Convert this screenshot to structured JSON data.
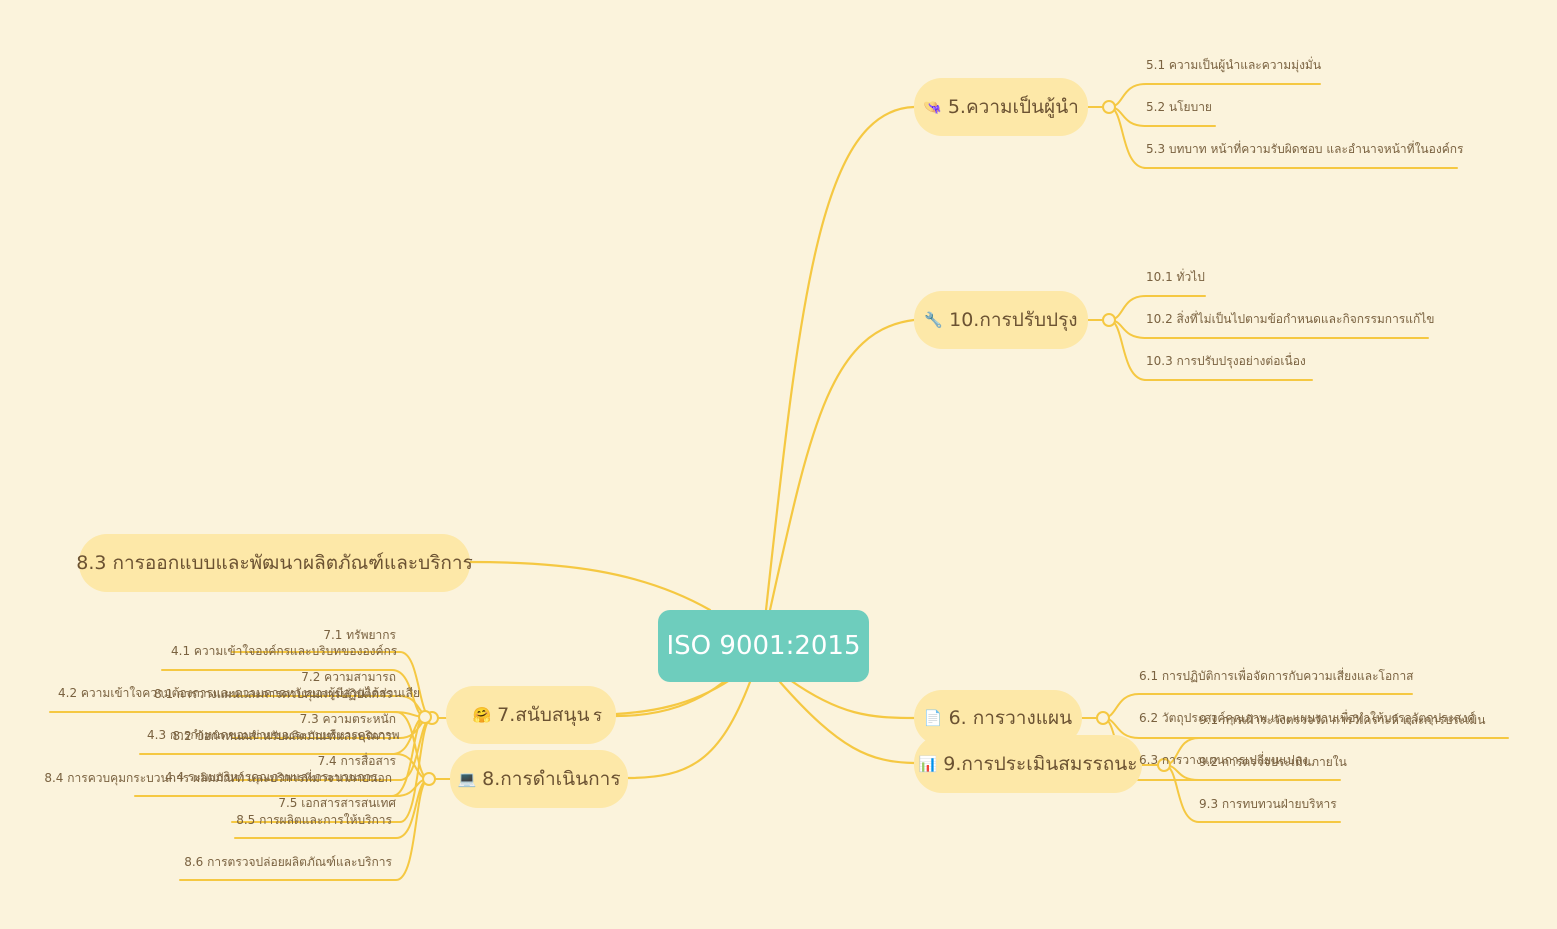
{
  "central": {
    "label": "ISO 9001:2015"
  },
  "branches": {
    "leadership": {
      "label": "5.ความเป็นผู้นำ",
      "icon": "hat-icon",
      "items": [
        "5.1 ความเป็นผู้นำและความมุ่งมั่น",
        "5.2 นโยบาย",
        "5.3 บทบาท หน้าที่ความรับผิดชอบ และอำนาจหน้าที่ในองค์กร"
      ]
    },
    "improvement": {
      "label": "10.การปรับปรุง",
      "icon": "wrench-icon",
      "items": [
        "10.1 ทั่วไป",
        "10.2 สิ่งที่ไม่เป็นไปตามข้อกำหนดและกิจกรรมการแก้ไข",
        "10.3 การปรับปรุงอย่างต่อเนื่อง"
      ]
    },
    "planning": {
      "label": "6. การวางแผน",
      "icon": "document-icon",
      "items": [
        "6.1 การปฏิบัติการเพื่อจัดการกับความเสี่ยงและโอกาส",
        "6.2 วัตถุประสงค์คุณภาพ และแผนงานเพื่อทำให้บรรลุวัตถุประสงค์",
        "6.3 การวางแผนการเปลี่ยนแปลง"
      ]
    },
    "evaluation": {
      "label": "9.การประเมินสมรรถนะ",
      "icon": "bar-chart-icon",
      "items": [
        "9.1 การเฝ้าระวังตรวจวัด การวิเคราะห์ และการประเมิน",
        "9.2 การตรวจประเมินภายใน",
        "9.3 การทบทวนฝ่ายบริหาร"
      ]
    },
    "design": {
      "label": "8.3 การออกแบบและพัฒนาผลิตภัณฑ์และบริการ"
    },
    "support": {
      "label": "7.สนับสนุน",
      "icon": "face-icon",
      "overlap_fragment": "ร",
      "items": [
        "7.1 ทรัพยากร",
        "7.2 ความสามารถ",
        "7.3 ความตระหนัก",
        "7.4 การสื่อสาร",
        "7.5 เอกสารสารสนเทศ"
      ]
    },
    "operation": {
      "label": "8.การดำเนินการ",
      "icon": "laptop-icon",
      "items": [
        "8.1 การวางแผนและการควบคุมการปฏิบัติการ",
        "8.2 ข้อกำหนดสำหรับผลิตภัณฑ์และบริการ",
        "8.4 การควบคุมกระบวนการ ผลิตภัณฑ์ และบริการที่มาจากภายนอก",
        "8.5 การผลิตและการให้บริการ",
        "8.6 การตรวจปล่อยผลิตภัณฑ์และบริการ"
      ]
    },
    "context": {
      "items": [
        "4.1 ความเข้าใจองค์กรและบริบทขององค์กร",
        "4.2 ความเข้าใจความต้องการและความคาดหวังของผู้มีส่วนได้ส่วนเสีย",
        "4.3 การกำหนดขอบข่ายของระบบบริหารคุณภาพ",
        "4.4 ระบบบริหารคุณภาพและกระบวนการ"
      ]
    }
  },
  "colors": {
    "background": "#fbf3dc",
    "line": "#f5c842",
    "node": "#fde8a8",
    "central": "#6ecdbd",
    "text": "#6b5232"
  }
}
